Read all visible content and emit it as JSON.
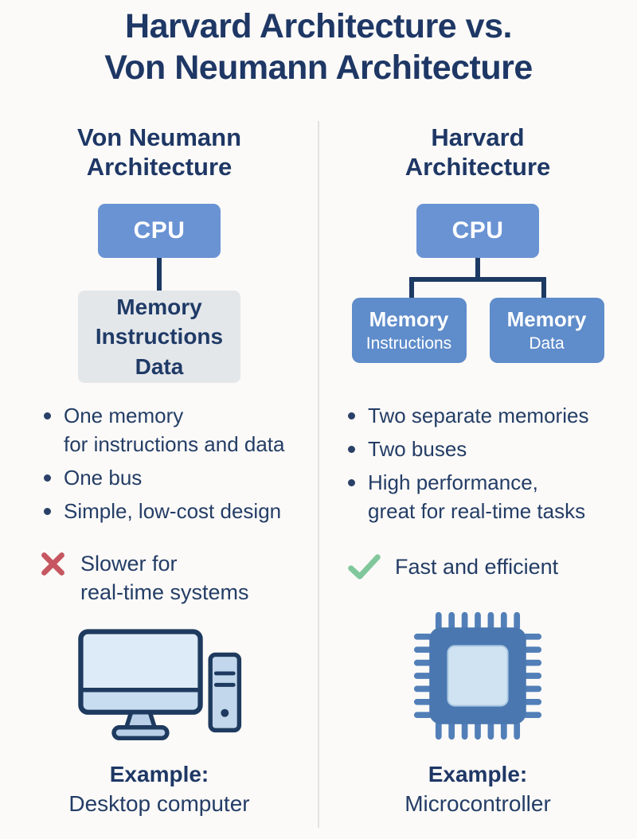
{
  "title": "Harvard Architecture vs.\nVon Neumann Architecture",
  "colors": {
    "heading_navy": "#1e3765",
    "cpu_blue": "#6a93d4",
    "memory_blue": "#5f8cca",
    "memory_gray": "#e4e7ea",
    "connector_navy": "#1d3a63",
    "cross_red": "#c65760",
    "check_green": "#80c79c",
    "background": "#fbfaf8"
  },
  "left_column": {
    "heading": "Von Neumann\nArchitecture",
    "cpu_label": "CPU",
    "memory_label": "Memory\nInstructions\nData",
    "bullets": [
      "One memory\nfor instructions and data",
      "One bus",
      "Simple, low-cost design"
    ],
    "con": "Slower for\nreal-time systems",
    "icon": "desktop-computer-icon",
    "example_label": "Example:",
    "example_value": "Desktop computer"
  },
  "right_column": {
    "heading": "Harvard\nArchitecture",
    "cpu_label": "CPU",
    "memory_boxes": [
      {
        "title": "Memory",
        "subtitle": "Instructions"
      },
      {
        "title": "Memory",
        "subtitle": "Data"
      }
    ],
    "bullets": [
      "Two separate memories",
      "Two buses",
      "High performance,\ngreat for real-time tasks"
    ],
    "pro": "Fast and efficient",
    "icon": "microcontroller-chip-icon",
    "example_label": "Example:",
    "example_value": "Microcontroller"
  }
}
